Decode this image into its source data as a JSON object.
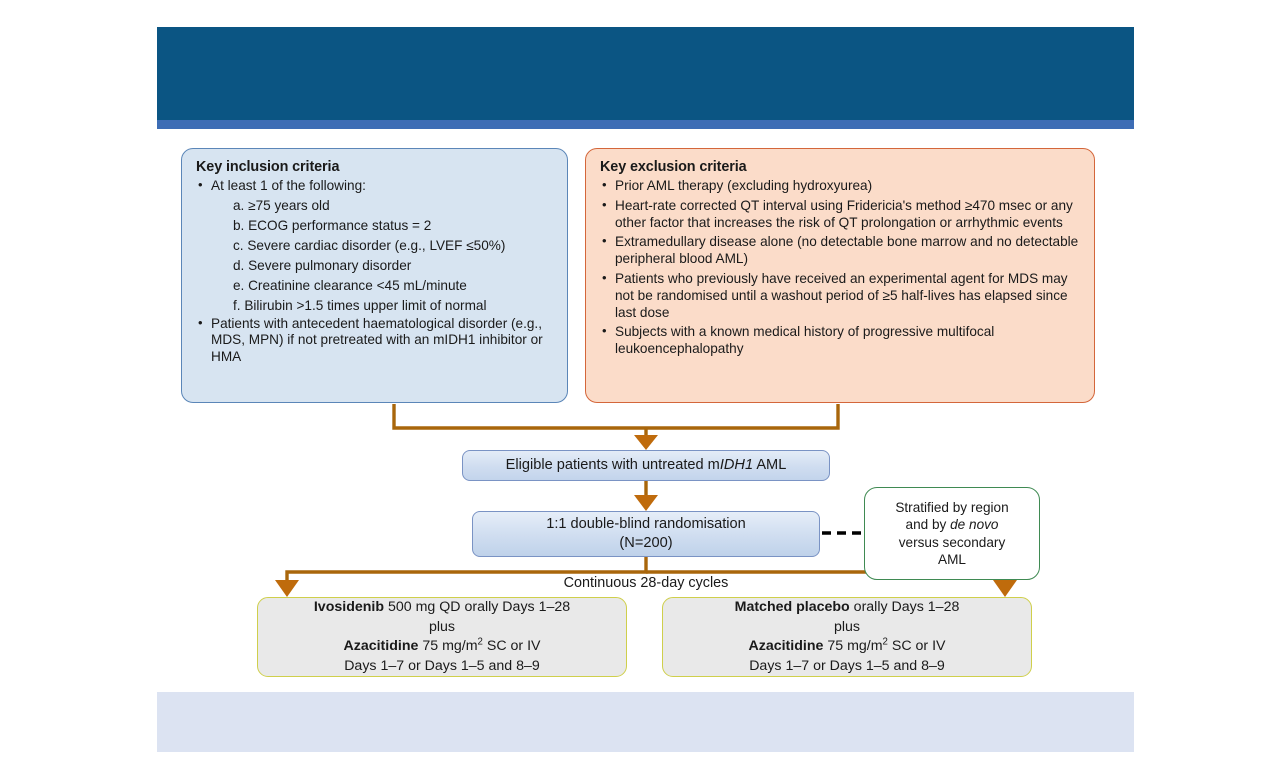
{
  "slide": {
    "header_color": "#0b5583",
    "header_strip_color": "#3d6db5",
    "footer_color": "#dce3f2",
    "connector_color": "#a9660b",
    "dashed_connector_color": "#000000"
  },
  "inclusion": {
    "title": "Key inclusion criteria",
    "bullets": [
      "At least 1 of the following:",
      "Patients with antecedent haematological disorder (e.g., MDS, MPN) if not pretreated with an mIDH1 inhibitor or HMA"
    ],
    "sub_items": [
      "a. ≥75 years old",
      "b. ECOG performance status = 2",
      "c. Severe cardiac disorder (e.g., LVEF ≤50%)",
      "d. Severe pulmonary disorder",
      "e. Creatinine clearance <45 mL/minute",
      "f. Bilirubin >1.5 times upper limit of normal"
    ],
    "fill_color": "#d7e4f1",
    "border_color": "#5b86b8"
  },
  "exclusion": {
    "title": "Key exclusion criteria",
    "bullets": [
      "Prior AML therapy (excluding hydroxyurea)",
      "Heart-rate corrected QT interval using Fridericia's method ≥470 msec or any other factor that increases the risk of QT prolongation or arrhythmic events",
      "Extramedullary disease alone (no detectable bone marrow and no detectable peripheral blood AML)",
      "Patients who previously have received an experimental agent for MDS may not be randomised until a washout period of ≥5 half-lives has elapsed since last dose",
      "Subjects with a known medical history of progressive multifocal leukoencephalopathy"
    ],
    "fill_color": "#fbdcc9",
    "border_color": "#d4663a"
  },
  "flow": {
    "eligible": {
      "prefix": "Eligible patients with untreated m",
      "italic": "IDH1",
      "suffix": " AML"
    },
    "randomisation": {
      "line1": "1:1 double-blind randomisation",
      "line2": "(N=200)"
    },
    "stratification": {
      "line1": "Stratified by region",
      "line2_prefix": "and by ",
      "line2_italic": "de novo",
      "line3": "versus secondary",
      "line4": "AML",
      "border_color": "#3f8a52"
    },
    "cycles_label": "Continuous 28-day cycles"
  },
  "arms": {
    "left": {
      "drug_bold": "Ivosidenib",
      "drug_rest": " 500 mg QD orally Days 1–28",
      "plus": "plus",
      "combo_bold": "Azacitidine",
      "combo_rest_a": " 75 mg/m",
      "combo_sup": "2",
      "combo_rest_b": " SC or IV",
      "schedule": "Days 1–7 or Days 1–5 and 8–9"
    },
    "right": {
      "drug_bold": "Matched placebo",
      "drug_rest": " orally Days 1–28",
      "plus": "plus",
      "combo_bold": "Azacitidine",
      "combo_rest_a": " 75 mg/m",
      "combo_sup": "2",
      "combo_rest_b": " SC or IV",
      "schedule": "Days 1–7 or Days 1–5 and 8–9"
    },
    "fill_color": "#e9e9e9",
    "border_color": "#cfcf4b"
  }
}
